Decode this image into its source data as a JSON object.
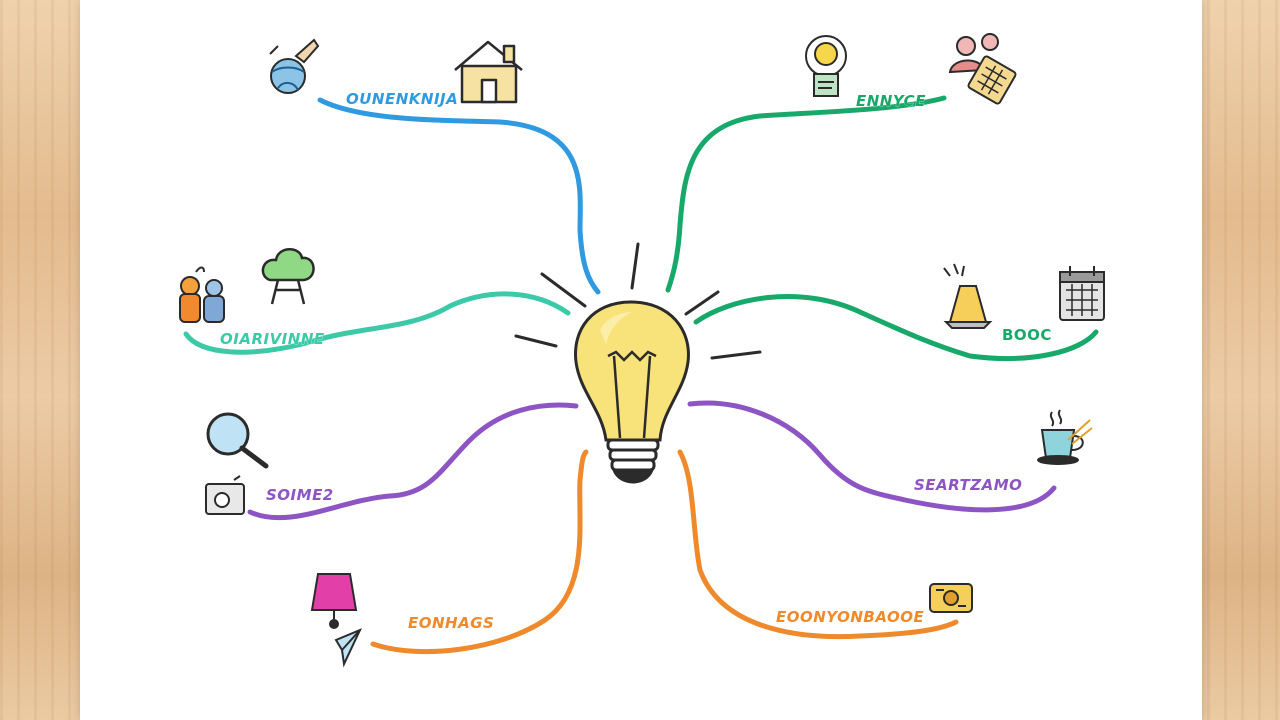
{
  "colors": {
    "blue": "#2f9ae0",
    "green": "#17a86a",
    "teal": "#3cc9a8",
    "purple": "#8d55c4",
    "orange": "#ef8a2c",
    "bulb": "#f8e27a",
    "ink": "#2b2b2b"
  },
  "center": {
    "icon": "light-bulb-icon"
  },
  "branches": [
    {
      "id": "top-left",
      "label": "OUNENKNIJA",
      "color": "blue",
      "icons": [
        "globe-icon",
        "house-icon"
      ]
    },
    {
      "id": "top-right",
      "label": "ENNYCE",
      "color": "green",
      "icons": [
        "bulb-badge-icon",
        "people-calculator-icon"
      ]
    },
    {
      "id": "mid-left",
      "label": "OIARIVINNE",
      "color": "teal",
      "icons": [
        "people-group-icon",
        "tree-icon"
      ]
    },
    {
      "id": "mid-right",
      "label": "BOOC",
      "color": "green",
      "icons": [
        "rocket-launch-icon",
        "calendar-icon"
      ]
    },
    {
      "id": "lower-left",
      "label": "SOIME2",
      "color": "purple",
      "icons": [
        "magnifier-icon",
        "radio-icon"
      ]
    },
    {
      "id": "lower-right",
      "label": "SEARTZAMO",
      "color": "purple",
      "icons": [
        "coffee-cup-icon"
      ]
    },
    {
      "id": "bottom-left",
      "label": "EONHAGS",
      "color": "orange",
      "icons": [
        "lamp-icon",
        "paper-plane-icon"
      ]
    },
    {
      "id": "bottom-right",
      "label": "EOONYONBAOOE",
      "color": "orange",
      "icons": [
        "money-icon"
      ]
    }
  ]
}
